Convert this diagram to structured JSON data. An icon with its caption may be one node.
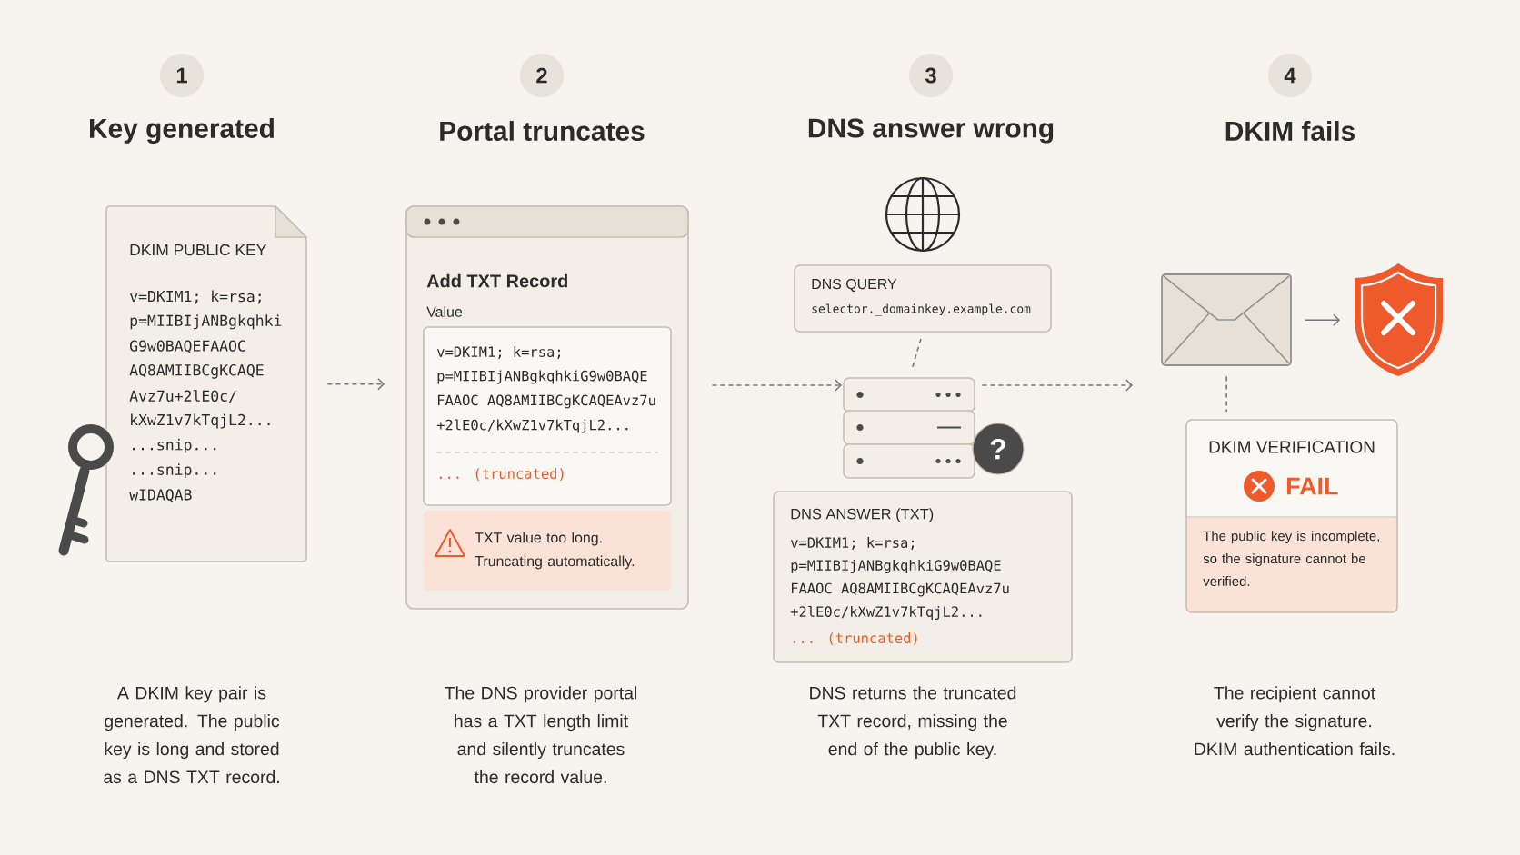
{
  "diagram": {
    "nodes": [
      {
        "text": [
          "1"
        ],
        "beside": [
          "Key generated"
        ]
      },
      {
        "text": [
          "2"
        ],
        "beside": [
          "Portal truncates"
        ]
      },
      {
        "text": [
          "3"
        ],
        "beside": [
          "DNS answer wrong"
        ]
      },
      {
        "text": [
          "4"
        ],
        "beside": [
          "DKIM fails"
        ]
      },
      {
        "text": [
          "DKIM PUBLIC KEY",
          "v=DKIM1; k=rsa;",
          "p=MIIBIjANBgkqhki",
          "G9w0BAQEFAAOC",
          "AQ8AMIIBCgKCAQE",
          "Avz7u+2lE0c/",
          "kXwZ1v7kTqjL2...",
          "...snip...",
          "...snip...",
          "wIDAQAB"
        ]
      },
      {
        "text": [
          "Add TXT Record",
          "Value"
        ]
      },
      {
        "text": [
          "v=DKIM1; k=rsa;",
          "p=MIIBIjANBgkqhkiG9w0BAQE",
          "FAAOC AQ8AMIIBCgKCAQEAvz7u",
          "+2lE0c/kXwZ1v7kTqjL2...",
          "... (truncated)"
        ],
        "in": 5
      },
      {
        "text": [
          "TXT value too long. Truncating automatically."
        ],
        "in": 5
      },
      {
        "text": [
          "DNS QUERY",
          "selector._domainkey.example.com"
        ]
      },
      {
        "text": [
          "?"
        ]
      },
      {
        "text": [
          "DNS ANSWER (TXT)",
          "v=DKIM1; k=rsa;",
          "p=MIIBIjANBgkqhkiG9w0BAQE",
          "FAAOC AQ8AMIIBCgKCAQEAvz7u",
          "+2lE0c/kXwZ1v7kTqjL2...",
          "... (truncated)"
        ]
      },
      {
        "text": [],
        "shape": "envelope"
      },
      {
        "text": [],
        "shape": "shield"
      },
      {
        "text": [
          "DKIM VERIFICATION",
          "FAIL",
          "The public key is incomplete, so the signature cannot be verified."
        ]
      }
    ],
    "edges": [
      {
        "from": 4,
        "to": 5,
        "arrow": "to",
        "style": "dashed"
      },
      {
        "from": 5,
        "to": 9,
        "arrow": "to",
        "style": "dashed"
      },
      {
        "from": 9,
        "to": 11,
        "arrow": "to",
        "style": "dashed"
      },
      {
        "from": 8,
        "to": 9,
        "arrow": "none",
        "style": "dashed"
      },
      {
        "from": 11,
        "to": 12,
        "arrow": "to"
      },
      {
        "from": 11,
        "to": 13,
        "arrow": "none",
        "style": "dashed"
      }
    ],
    "labels": [
      "A DKIM key pair is generated. The public key is long and stored as a DNS TXT record.",
      "The DNS provider portal has a TXT length limit and silently truncates the record value.",
      "DNS returns the truncated TXT record, missing the end of the public key.",
      "The recipient cannot verify the signature. DKIM authentication fails."
    ]
  }
}
